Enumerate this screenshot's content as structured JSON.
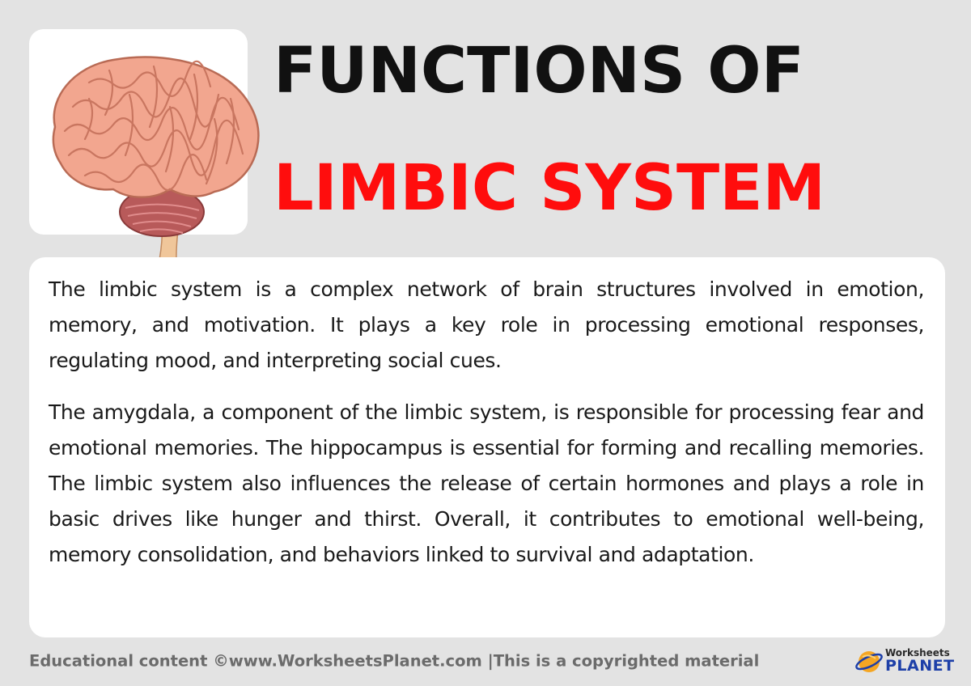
{
  "title": {
    "line1": "FUNCTIONS OF",
    "line2": "LIMBIC SYSTEM"
  },
  "content": {
    "paragraphs": [
      "The limbic system is a complex network of brain structures involved in emotion, memory, and motivation. It plays a key role in processing emotional responses, regulating mood, and interpreting social cues.",
      "The amygdala, a component of the limbic system, is responsible for processing fear and emotional memories. The hippocampus is essential for forming and recalling memories. The limbic system also influences the release of certain hormones and plays a role in basic drives like hunger and thirst. Overall, it contributes to emotional well-being, memory consolidation, and behaviors linked to survival and adaptation."
    ]
  },
  "footer": {
    "prefix": "Educational content",
    "copyright_symbol": "©",
    "site": "www.WorksheetsPlanet.com",
    "separator": "|",
    "notice": "This is a copyrighted material"
  },
  "logo": {
    "line1": "Worksheets",
    "line2": "PLANET"
  },
  "illustration": {
    "icon": "brain-icon"
  },
  "colors": {
    "background": "#e3e3e3",
    "title_black": "#111111",
    "title_red": "#ff0d0d",
    "footer_gray": "#6b6b6b",
    "logo_blue": "#1d3fa8",
    "logo_orange": "#f5a623"
  }
}
